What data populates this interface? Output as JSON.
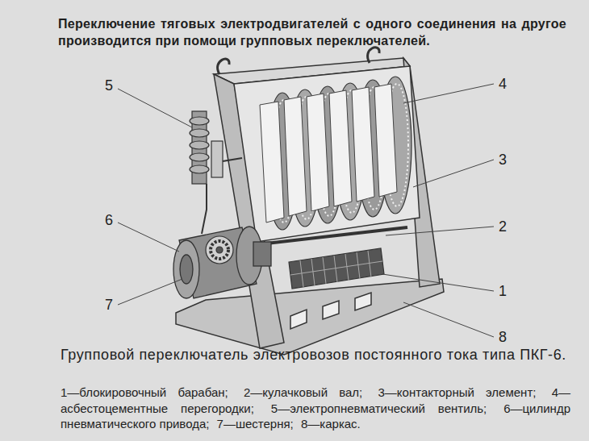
{
  "diagram": {
    "title": "Переключение тяговых электродвигателей с одного соединения на другое производится при помощи групповых переключателей.",
    "caption": "Групповой переключатель электровозов постоянного тока типа ПКГ-6.",
    "labels": [
      "5",
      "4",
      "3",
      "6",
      "2",
      "7",
      "1",
      "8",
      "1—блокировочный барабан;",
      "2—кулачковый вал;",
      "3—контакторный элемент;",
      "4—асбестоцементные перегородки;",
      "5—электропневматический вентиль;",
      "6—цилиндр пневматического привода;",
      "7—шестерня;",
      "8—каркас."
    ]
  }
}
